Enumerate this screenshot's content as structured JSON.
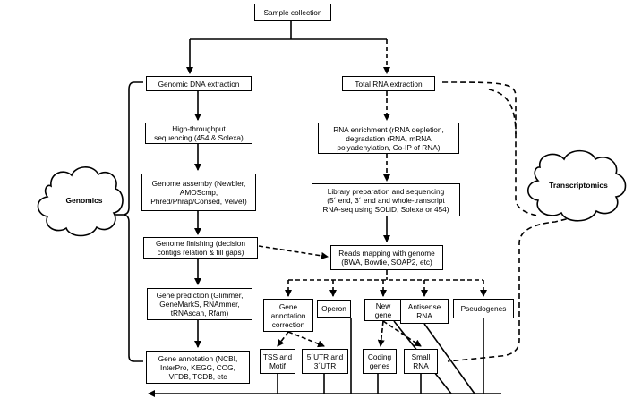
{
  "nodes": {
    "sample_collection": "Sample collection",
    "genomic_dna_extraction": "Genomic DNA extraction",
    "total_rna_extraction": "Total RNA extraction",
    "high_throughput_sequencing": "High-throughput\nsequencing (454 & Solexa)",
    "rna_enrichment": "RNA enrichment (rRNA depletion,\ndegradation rRNA, mRNA\npolyadenylation, Co-IP of RNA)",
    "genome_assembly": "Genome assemby (Newbler,\nAMOScmp,\nPhred/Phrap/Consed, Velvet)",
    "library_preparation": "Library preparation and sequencing\n(5´ end, 3´ end and whole-transcript\nRNA-seq using SOLiD, Solexa or 454)",
    "genome_finishing": "Genome finishing (decision\ncontigs relation & fill gaps)",
    "reads_mapping": "Reads mapping with genome\n(BWA, Bowtie, SOAP2, etc)",
    "gene_prediction": "Gene prediction (Glimmer,\nGeneMarkS, RNAmmer,\ntRNAscan, Rfam)",
    "gene_annotation_correction": "Gene\nannotation\ncorrection",
    "operon": "Operon",
    "new_gene": "New\ngene",
    "antisense_rna": "Antisense\nRNA",
    "pseudogenes": "Pseudogenes",
    "gene_annotation": "Gene annotation (NCBI,\nInterPro, KEGG, COG,\nVFDB, TCDB, etc",
    "tss_motif": "TSS and\nMotif",
    "utr": "5´UTR and\n3´UTR",
    "coding_genes": "Coding\ngenes",
    "small_rna": "Small\nRNA"
  },
  "clouds": {
    "genomics": "Genomics",
    "transcriptomics": "Transcriptomics"
  }
}
